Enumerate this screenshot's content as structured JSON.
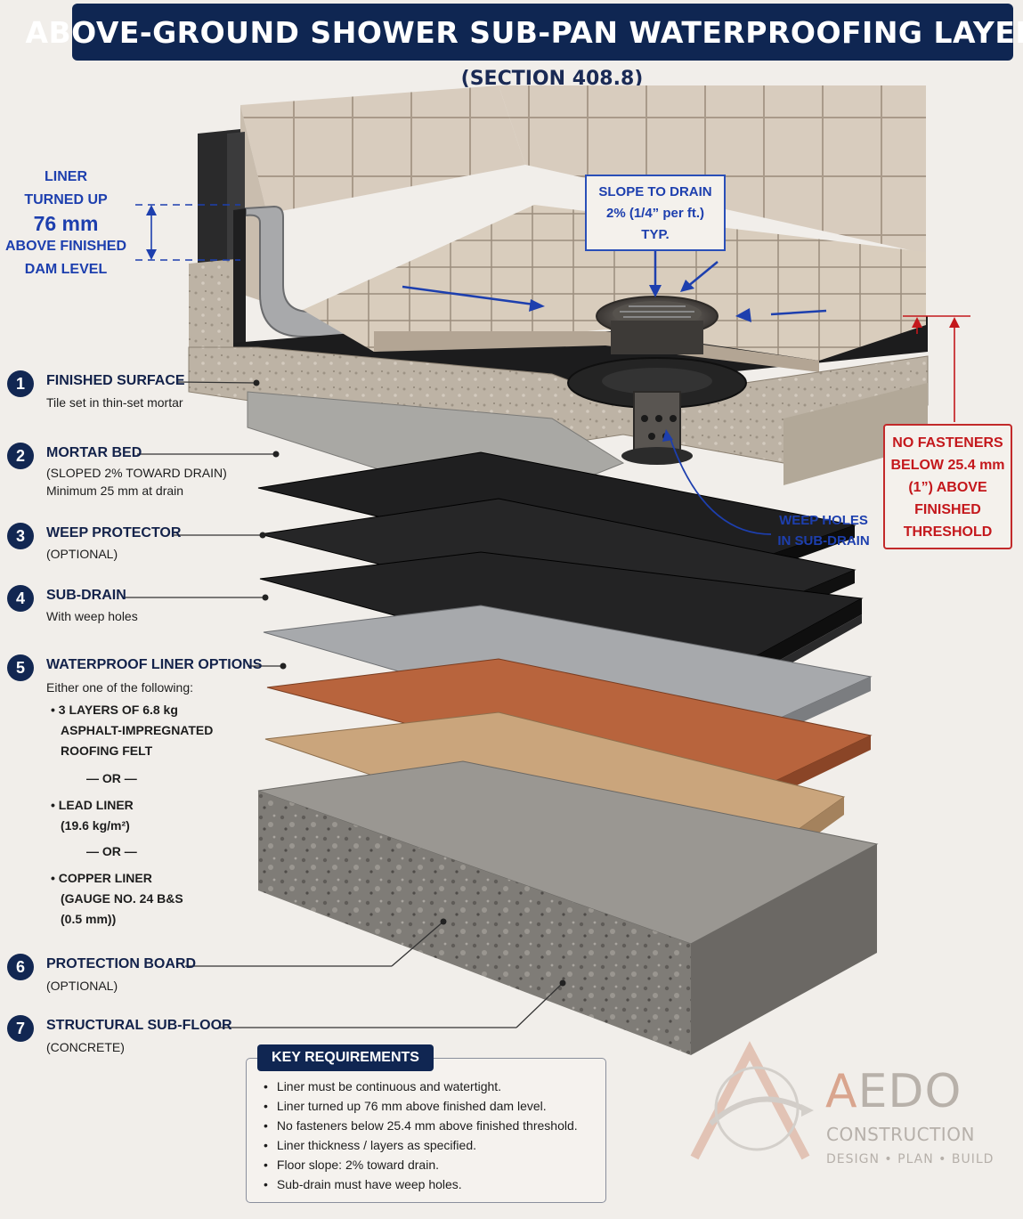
{
  "title": "ABOVE-GROUND SHOWER SUB-PAN WATERPROOFING LAYERS",
  "subtitle": "(SECTION 408.8)",
  "callouts": {
    "liner_turned_up": {
      "line1": "LINER",
      "line2": "TURNED UP",
      "line3": "76 mm",
      "line4": "ABOVE FINISHED",
      "line5": "DAM LEVEL"
    },
    "slope_to_drain": {
      "line1": "SLOPE TO DRAIN",
      "line2": "2% (1/4” per ft.)",
      "line3": "TYP."
    },
    "weep_holes": {
      "line1": "WEEP HOLES",
      "line2": "IN SUB-DRAIN"
    },
    "no_fasteners": {
      "line1": "NO FASTENERS",
      "line2": "BELOW 25.4 mm",
      "line3": "(1”) ABOVE",
      "line4": "FINISHED",
      "line5": "THRESHOLD"
    }
  },
  "layers": [
    {
      "num": "1",
      "label": "FINISHED SURFACE",
      "sub1": "Tile set in thin-set mortar",
      "sub2": ""
    },
    {
      "num": "2",
      "label": "MORTAR BED",
      "sub1": "(SLOPED 2% TOWARD DRAIN)",
      "sub2": "Minimum 25 mm at drain"
    },
    {
      "num": "3",
      "label": "WEEP PROTECTOR",
      "sub1": "(OPTIONAL)",
      "sub2": ""
    },
    {
      "num": "4",
      "label": "SUB-DRAIN",
      "sub1": "With weep holes",
      "sub2": ""
    },
    {
      "num": "5",
      "label": "WATERPROOF LINER OPTIONS",
      "sub1": "Either one of the following:",
      "sub2": ""
    },
    {
      "num": "6",
      "label": "PROTECTION BOARD",
      "sub1": "(OPTIONAL)",
      "sub2": ""
    },
    {
      "num": "7",
      "label": "STRUCTURAL SUB-FLOOR",
      "sub1": "(CONCRETE)",
      "sub2": ""
    }
  ],
  "liner_options": {
    "felt": {
      "line1": "• 3 LAYERS OF 6.8 kg",
      "line2": "ASPHALT-IMPREGNATED",
      "line3": "ROOFING FELT"
    },
    "or1": "— OR —",
    "lead": {
      "line1": "• LEAD LINER",
      "line2": "(19.6 kg/m²)"
    },
    "or2": "— OR —",
    "copper": {
      "line1": "• COPPER LINER",
      "line2": "(GAUGE NO. 24 B&S",
      "line3": "(0.5 mm))"
    }
  },
  "key_requirements": {
    "title": "KEY REQUIREMENTS",
    "items": [
      "Liner must be continuous and watertight.",
      "Liner turned up 76 mm above finished dam level.",
      "No fasteners below 25.4 mm above finished threshold.",
      "Liner thickness / layers as specified.",
      "Floor slope: 2% toward drain.",
      "Sub-drain must have weep holes."
    ]
  },
  "brand": {
    "name_a": "A",
    "name_rest": "EDO",
    "sub": "CONSTRUCTION",
    "tagline": "DESIGN • PLAN • BUILD"
  },
  "colors": {
    "navy": "#0f2652",
    "callout_blue": "#1d3fae",
    "warning_red": "#c4181c",
    "copper": "#b8643d",
    "lead": "#a7a9ac",
    "felt": "#1e1e1f",
    "concrete": "#8c8a86"
  }
}
